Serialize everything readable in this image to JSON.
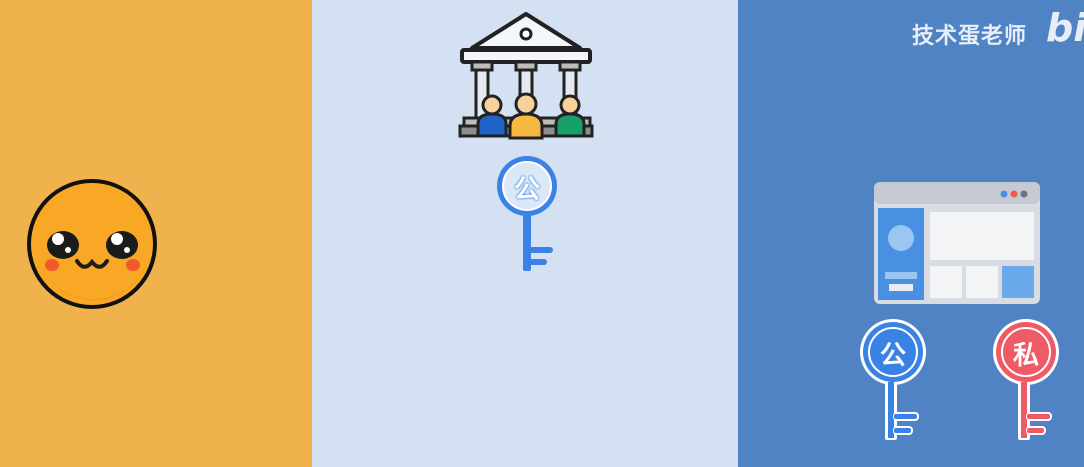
{
  "watermark": {
    "author": "技术蛋老师",
    "logo_text": "bili"
  },
  "keys": {
    "bank_key_label": "公",
    "browser_public_key_label": "公",
    "browser_private_key_label": "私"
  },
  "colors": {
    "left_panel": "#f0b24d",
    "middle_panel": "#d3e1f3",
    "right_panel": "#4f83c4",
    "public_key": "#3b82e6",
    "private_key": "#ef5a67",
    "smiley": "#f9a825"
  }
}
